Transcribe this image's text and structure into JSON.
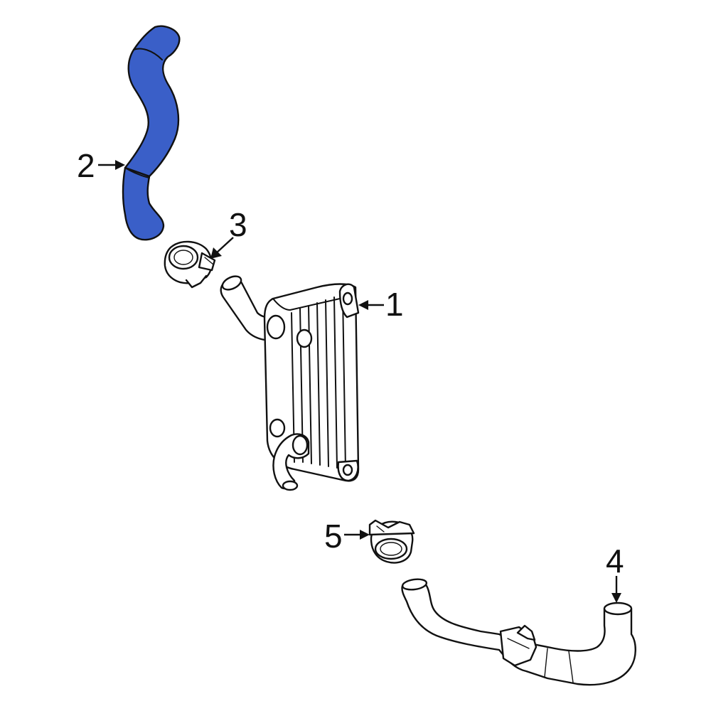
{
  "colors": {
    "highlight": "#3a5fc8",
    "highlight_stroke": "#111111",
    "line": "#111111",
    "background": "#ffffff"
  },
  "callouts": [
    {
      "id": "1",
      "label": "1",
      "part": "oil-cooler"
    },
    {
      "id": "2",
      "label": "2",
      "part": "upper-hose",
      "highlighted": true
    },
    {
      "id": "3",
      "label": "3",
      "part": "upper-hose-clamp"
    },
    {
      "id": "4",
      "label": "4",
      "part": "lower-hose"
    },
    {
      "id": "5",
      "label": "5",
      "part": "lower-hose-clamp"
    }
  ]
}
